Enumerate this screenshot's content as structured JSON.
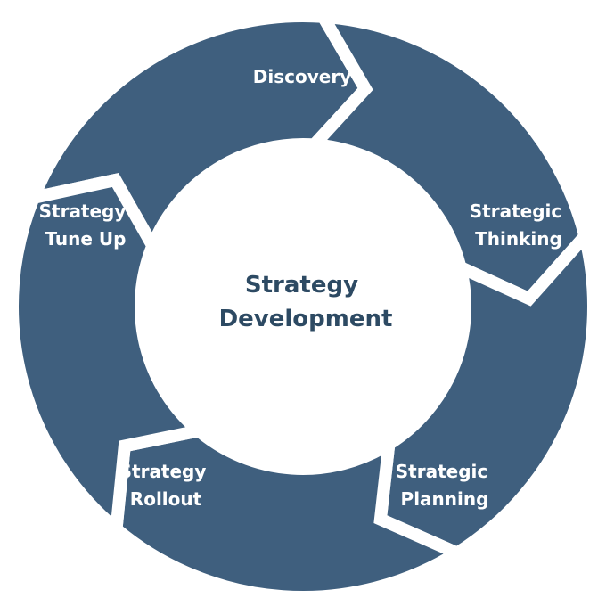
{
  "colors": {
    "segment": "#3f5f7e",
    "gap": "#ffffff",
    "center_text": "#2d4a63",
    "segment_text": "#ffffff"
  },
  "center": {
    "line1": "Strategy",
    "line2": "Development"
  },
  "stages": [
    {
      "id": "discovery",
      "lines": [
        "Discovery"
      ]
    },
    {
      "id": "strategic-thinking",
      "lines": [
        "Strategic",
        "Thinking"
      ]
    },
    {
      "id": "strategic-planning",
      "lines": [
        "Strategic",
        "Planning"
      ]
    },
    {
      "id": "strategy-rollout",
      "lines": [
        "Strategy",
        "Rollout"
      ]
    },
    {
      "id": "strategy-tune-up",
      "lines": [
        "Strategy",
        "Tune Up"
      ]
    }
  ]
}
